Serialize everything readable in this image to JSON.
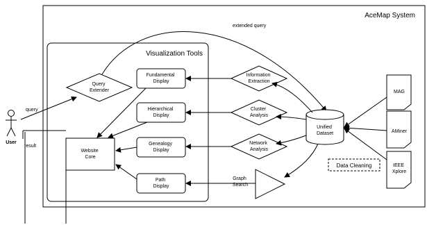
{
  "system_title": "AceMap System",
  "tools_title": "Visualization Tools",
  "user_label": "User",
  "edge_labels": {
    "query": "query",
    "result": "result",
    "extended_query": "extended query"
  },
  "query_extender": [
    "Query",
    "Extender"
  ],
  "displays": [
    [
      "Fundamental",
      "Display"
    ],
    [
      "Hierarchical",
      "Display"
    ],
    [
      "Genealogy",
      "Display"
    ],
    [
      "Path",
      "Display"
    ]
  ],
  "website_core": [
    "Website",
    "Core"
  ],
  "analyses": [
    [
      "Information",
      "Extraction"
    ],
    [
      "Cluster",
      "Analysis"
    ],
    [
      "Network",
      "Analysis"
    ]
  ],
  "graph_search": [
    "Graph",
    "Search"
  ],
  "dataset": [
    "Unified",
    "Dataset"
  ],
  "data_cleaning": "Data Cleaning",
  "sources": [
    [
      "MAG"
    ],
    [
      "AMiner"
    ],
    [
      "IEEE",
      "Xplore"
    ]
  ]
}
